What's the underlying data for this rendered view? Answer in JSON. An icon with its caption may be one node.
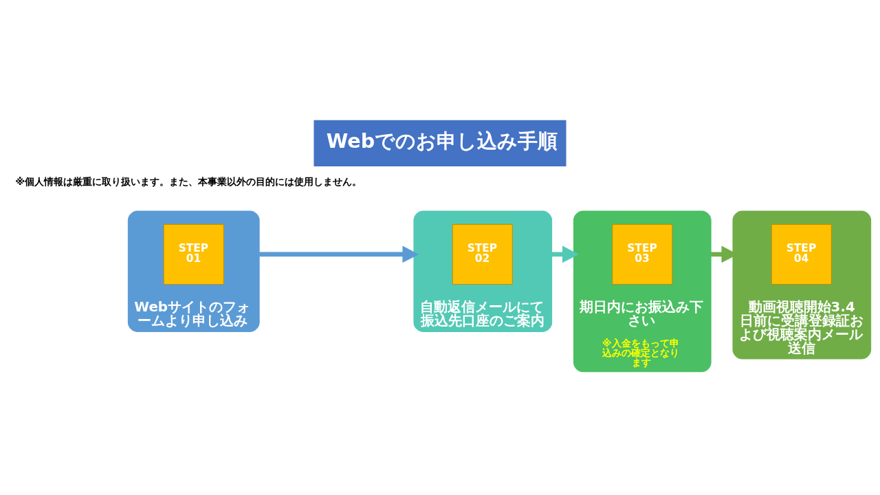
{
  "diagram": {
    "title": "Webでのお申し込み手順",
    "nodes": [
      {
        "text": [
          "Webサイトのフォームより申し込み"
        ]
      },
      {
        "text": [
          "STEP 01"
        ],
        "in": 0
      },
      {
        "text": [
          "自動返信メールにて振込先口座のご案内"
        ]
      },
      {
        "text": [
          "STEP 02"
        ],
        "in": 2
      },
      {
        "text": [
          "期日内にお振込み下さい",
          "※入金をもって申込みの確定となります"
        ]
      },
      {
        "text": [
          "STEP 03"
        ],
        "in": 4
      },
      {
        "text": [
          "動画視聴開始3.4日前に受講登録証および視聴案内メール送信"
        ]
      },
      {
        "text": [
          "STEP 04"
        ],
        "in": 6
      }
    ],
    "edges": [
      {
        "from": 0,
        "to": 2,
        "arrow": "to",
        "color": "#5b9bd5"
      },
      {
        "from": 2,
        "to": 4,
        "arrow": "to",
        "color": "#52c9b5"
      },
      {
        "from": 4,
        "to": 6,
        "arrow": "to",
        "color": "#70ad47"
      }
    ],
    "labels": [
      "※個人情報は厳重に取り扱います。また、本事業以外の目的には使用しません。"
    ]
  }
}
